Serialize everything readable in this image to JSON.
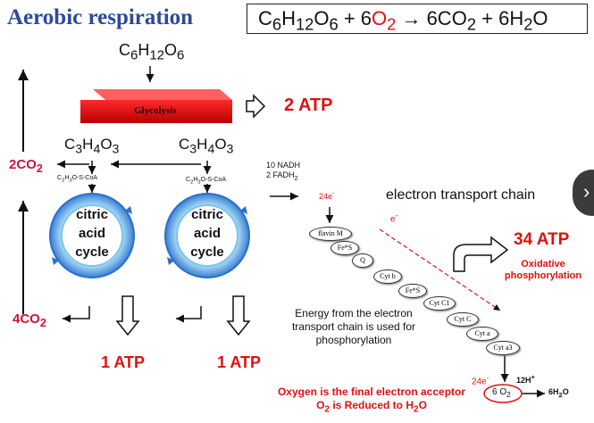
{
  "title": "Aerobic respiration",
  "equation": {
    "glucose": "C6H12O6",
    "plus1": "+",
    "oxygen": "6O2",
    "arrow": "→",
    "co2": "6CO2",
    "plus2": "+",
    "water": "6H2O"
  },
  "glucose_label": "C6H12O6",
  "glycolysis_label": "Glycolysis",
  "glycolysis_atp": "2 ATP",
  "pyruvate_left": "C3H4O3",
  "pyruvate_right": "C3H4O3",
  "acetyl_left": "C2H3O-S-CoA",
  "acetyl_right": "C2H3O-S-CoA",
  "co2_top": "2CO2",
  "co2_bottom": "4CO2",
  "cycle_left": [
    "citric",
    "acid",
    "cycle"
  ],
  "cycle_right": [
    "citric",
    "acid",
    "cycle"
  ],
  "nadh": "10 NADH",
  "fadh": "2 FADH2",
  "atp_left": "1 ATP",
  "atp_right": "1 ATP",
  "etc": {
    "title": "electron transport chain",
    "electrons_in": "24e-",
    "electron": "e-",
    "carriers": [
      "flavin M",
      "Fe*S",
      "Q",
      "Cyt b",
      "Fe*S",
      "Cyt C1",
      "Cyt C",
      "Cyt a",
      "Cyt a3"
    ],
    "electrons_out": "24e-",
    "protons": "12H+",
    "oxygen": "6 O2",
    "water": "6H2O"
  },
  "atp_34": "34 ATP",
  "oxidative": "Oxidative phosphorylation",
  "energy_note": "Energy from the electron transport chain is used for phosphorylation",
  "oxygen_note_line1": "Oxygen is the final electron acceptor",
  "oxygen_note_line2": "O2 is Reduced to H2O",
  "next_icon": "chevron-right-icon"
}
